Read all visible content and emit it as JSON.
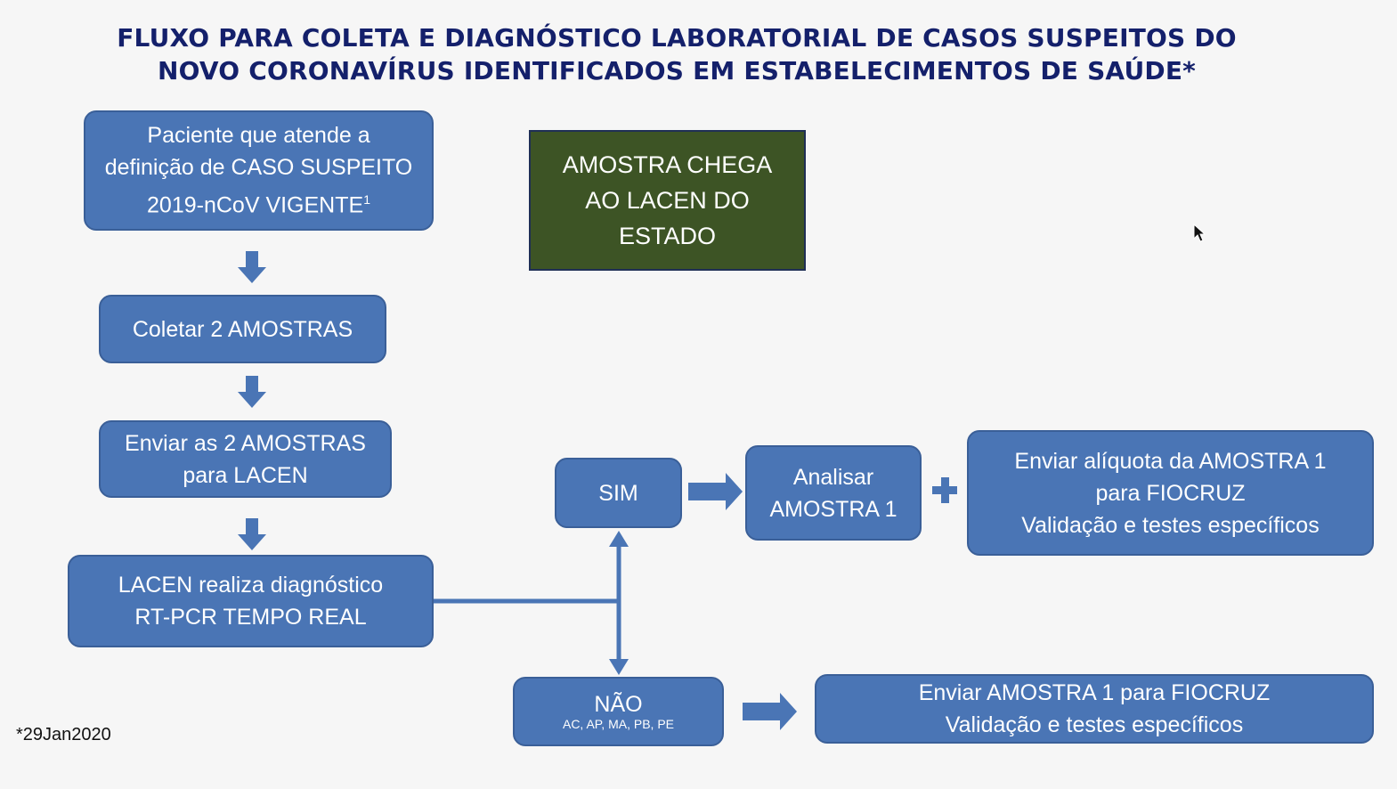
{
  "title": {
    "line1": "FLUXO PARA COLETA E DIAGNÓSTICO LABORATORIAL DE CASOS SUSPEITOS DO",
    "line2": "NOVO CORONAVÍRUS IDENTIFICADOS EM ESTABELECIMENTOS DE SAÚDE*"
  },
  "boxes": {
    "patient": {
      "line1": "Paciente que atende a",
      "line2": "definição de CASO SUSPEITO",
      "line3": "2019-nCoV VIGENTE",
      "sup": "1"
    },
    "collect": {
      "text": "Coletar 2 AMOSTRAS"
    },
    "send": {
      "line1": "Enviar as 2 AMOSTRAS",
      "line2": "para LACEN"
    },
    "diagnosis": {
      "line1": "LACEN realiza diagnóstico",
      "line2": "RT-PCR TEMPO REAL"
    },
    "arrives": {
      "line1": "AMOSTRA CHEGA",
      "line2": "AO LACEN DO",
      "line3": "ESTADO"
    },
    "yes": {
      "text": "SIM"
    },
    "analyze": {
      "line1": "Analisar",
      "line2": "AMOSTRA 1"
    },
    "aliquot": {
      "line1": "Enviar alíquota da AMOSTRA 1",
      "line2": "para FIOCRUZ",
      "line3": "Validação e testes específicos"
    },
    "no": {
      "text": "NÃO",
      "states": "AC, AP, MA, PB, PE"
    },
    "send_fiocruz": {
      "line1": "Enviar AMOSTRA 1 para FIOCRUZ",
      "line2": "Validação e testes específicos"
    }
  },
  "plus": "+",
  "footnote": "*29Jan2020",
  "colors": {
    "box": "#4a75b5",
    "box_border": "#3a5f98",
    "green": "#3d5425",
    "title": "#14206b"
  }
}
